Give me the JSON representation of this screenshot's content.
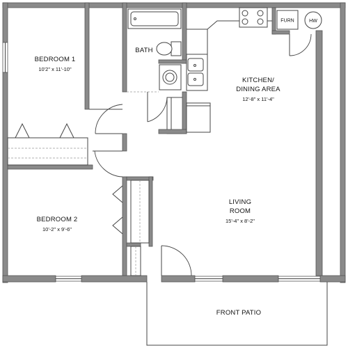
{
  "rooms": {
    "bedroom1": {
      "name": "BEDROOM 1",
      "dims": "10'2\" x 11'-10\""
    },
    "bedroom2": {
      "name": "BEDROOM 2",
      "dims": "10'-2\" x 9'-6\""
    },
    "bath": {
      "name": "BATH"
    },
    "kitchen": {
      "name_line1": "KITCHEN/",
      "name_line2": "DINING AREA",
      "dims": "12'-8\" x 11'-4\""
    },
    "living": {
      "name_line1": "LIVING",
      "name_line2": "ROOM",
      "dims": "15'-4\" x 8'-2\""
    },
    "patio": {
      "name": "FRONT PATIO"
    }
  },
  "utilities": {
    "furnace": "FURN",
    "water_heater": "HW"
  },
  "colors": {
    "wall": "#8a8a8a",
    "line": "#444444",
    "background": "#ffffff"
  }
}
